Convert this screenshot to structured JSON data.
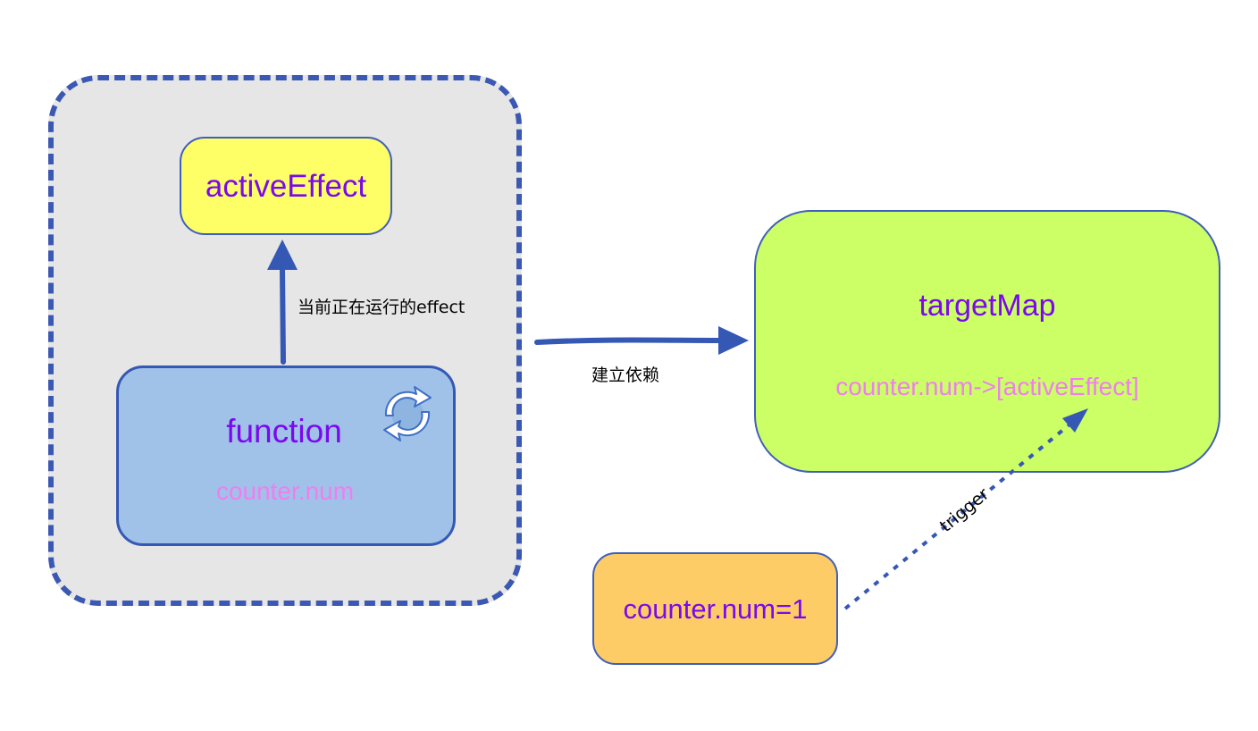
{
  "nodes": {
    "active_effect": "activeEffect",
    "function_title": "function",
    "function_sub": "counter.num",
    "target_title": "targetMap",
    "target_sub": "counter.num->[activeEffect]",
    "counter_set": "counter.num=1"
  },
  "edges": {
    "running_effect": "当前正在运行的effect",
    "build_dependency": "建立依赖",
    "trigger": "trigger"
  },
  "icons": {
    "refresh": "refresh-cycle-icon"
  },
  "colors": {
    "node_border": "#3f5fb8",
    "arrow": "#3558b5",
    "title_text": "#7a08f0",
    "sub_text": "#f07ef0",
    "active_effect_fill": "#fefe66",
    "function_fill": "#a0c2e8",
    "target_fill": "#ccfe66",
    "counter_fill": "#fdcc66",
    "group_fill": "#e6e6e6"
  }
}
